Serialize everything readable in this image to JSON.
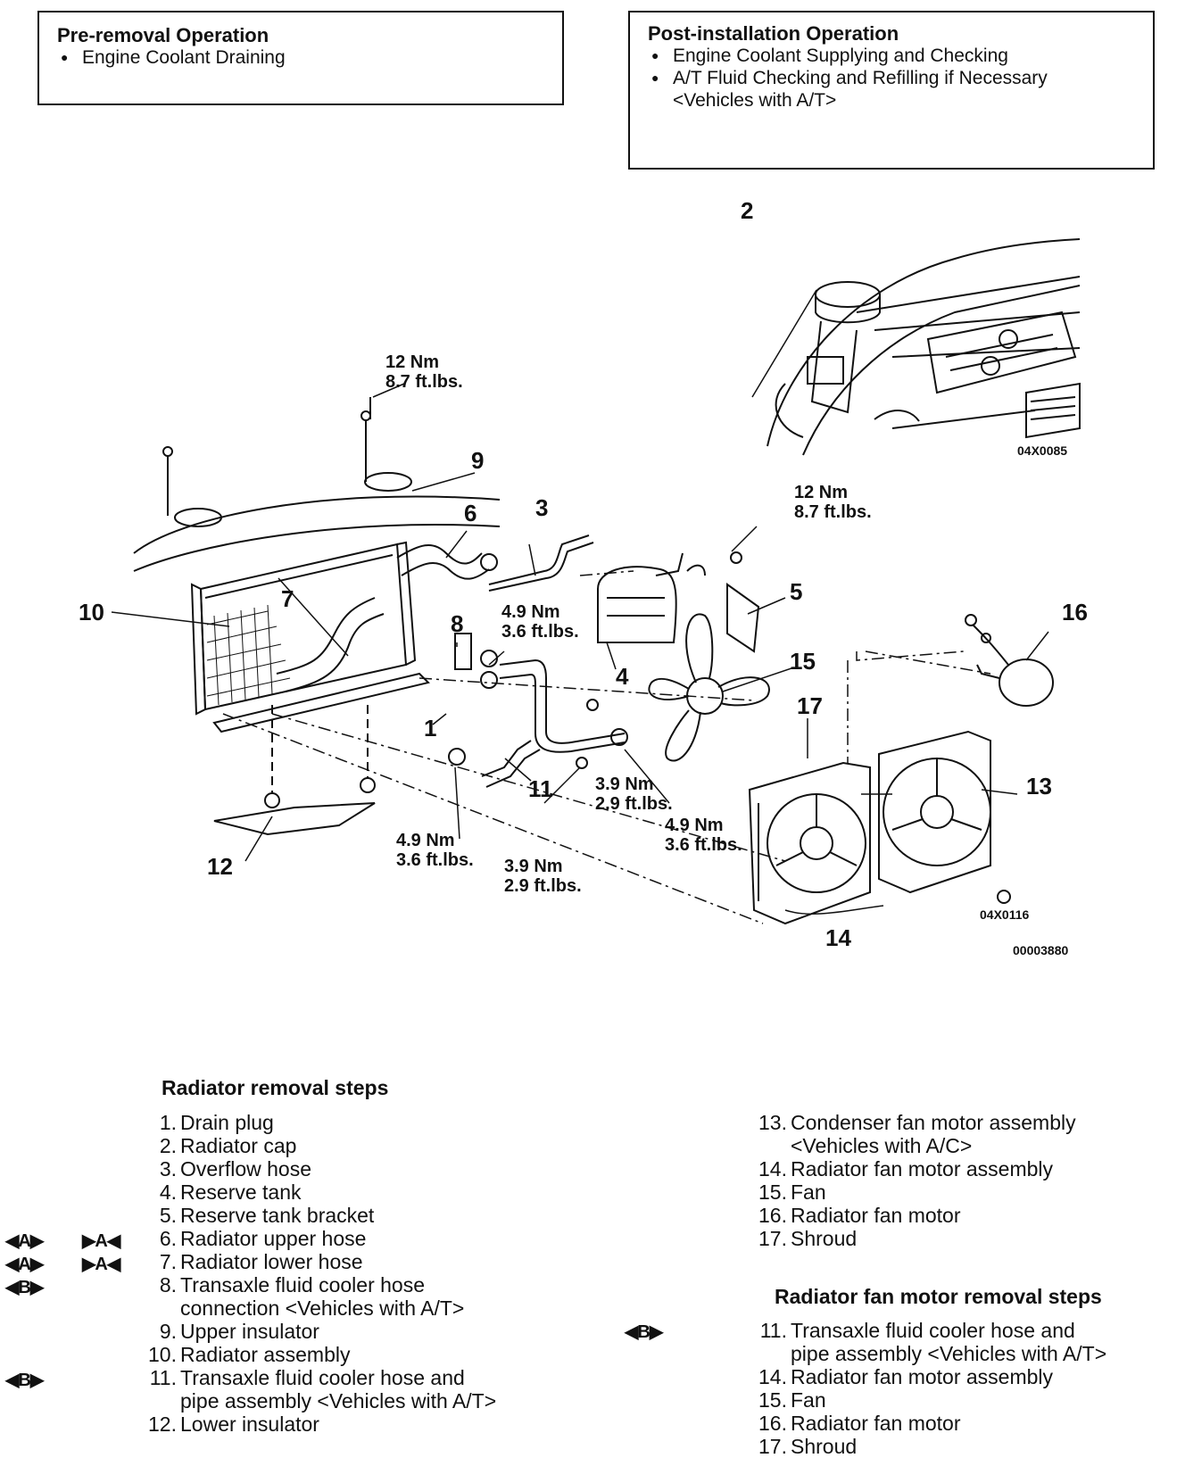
{
  "pre_removal": {
    "title": "Pre-removal Operation",
    "items": [
      "Engine Coolant Draining"
    ]
  },
  "post_installation": {
    "title": "Post-installation Operation",
    "items": [
      {
        "line1": "Engine Coolant Supplying and Checking",
        "line2": ""
      },
      {
        "line1": "A/T Fluid Checking and Refilling if Necessary",
        "line2": "<Vehicles with A/T>"
      }
    ]
  },
  "diagram": {
    "callouts": {
      "c1": "1",
      "c2": "2",
      "c3": "3",
      "c4": "4",
      "c5": "5",
      "c6": "6",
      "c7": "7",
      "c8": "8",
      "c9": "9",
      "c10": "10",
      "c11": "11",
      "c12": "12",
      "c13": "13",
      "c14": "14",
      "c15": "15",
      "c16": "16",
      "c17": "17"
    },
    "torques": {
      "t_top_1": "12 Nm",
      "t_top_2": "8.7 ft.lbs.",
      "t_bracket_1": "12 Nm",
      "t_bracket_2": "8.7 ft.lbs.",
      "t_hose_1": "4.9 Nm",
      "t_hose_2": "3.6 ft.lbs.",
      "t_left_1": "4.9 Nm",
      "t_left_2": "3.6 ft.lbs.",
      "t_midlow_1": "3.9 Nm",
      "t_midlow_2": "2.9 ft.lbs.",
      "t_mid_1": "3.9 Nm",
      "t_mid_2": "2.9 ft.lbs.",
      "t_right_1": "4.9 Nm",
      "t_right_2": "3.6 ft.lbs."
    },
    "codes": {
      "inset": "04X0085",
      "main": "04X0116",
      "doc": "00003880"
    }
  },
  "removal_steps": {
    "title": "Radiator removal steps",
    "items": [
      {
        "num": "1.",
        "line1": "Drain plug",
        "line2": ""
      },
      {
        "num": "2.",
        "line1": "Radiator cap",
        "line2": ""
      },
      {
        "num": "3.",
        "line1": "Overflow hose",
        "line2": ""
      },
      {
        "num": "4.",
        "line1": "Reserve tank",
        "line2": ""
      },
      {
        "num": "5.",
        "line1": "Reserve tank bracket",
        "line2": ""
      },
      {
        "num": "6.",
        "line1": "Radiator upper hose",
        "line2": ""
      },
      {
        "num": "7.",
        "line1": "Radiator lower hose",
        "line2": ""
      },
      {
        "num": "8.",
        "line1": "Transaxle fluid cooler hose",
        "line2": "connection <Vehicles with A/T>"
      },
      {
        "num": "9.",
        "line1": "Upper insulator",
        "line2": ""
      },
      {
        "num": "10.",
        "line1": "Radiator assembly",
        "line2": ""
      },
      {
        "num": "11.",
        "line1": "Transaxle fluid cooler hose and",
        "line2": "pipe assembly <Vehicles with A/T>"
      },
      {
        "num": "12.",
        "line1": "Lower insulator",
        "line2": ""
      }
    ],
    "markers": {
      "m6_left": "◀A▶",
      "m6_right": "▶A◀",
      "m7_left": "◀A▶",
      "m7_right": "▶A◀",
      "m8_left": "◀B▶",
      "m11_left": "◀B▶"
    }
  },
  "removal_steps_cont": {
    "items": [
      {
        "num": "13.",
        "line1": "Condenser fan motor assembly",
        "line2": "<Vehicles with A/C>"
      },
      {
        "num": "14.",
        "line1": "Radiator fan motor assembly",
        "line2": ""
      },
      {
        "num": "15.",
        "line1": "Fan",
        "line2": ""
      },
      {
        "num": "16.",
        "line1": "Radiator fan motor",
        "line2": ""
      },
      {
        "num": "17.",
        "line1": "Shroud",
        "line2": ""
      }
    ]
  },
  "fan_motor_steps": {
    "title": "Radiator fan motor removal steps",
    "marker": "◀B▶",
    "items": [
      {
        "num": "11.",
        "line1": "Transaxle fluid cooler hose and",
        "line2": "pipe assembly <Vehicles with A/T>"
      },
      {
        "num": "14.",
        "line1": "Radiator fan motor assembly",
        "line2": ""
      },
      {
        "num": "15.",
        "line1": "Fan",
        "line2": ""
      },
      {
        "num": "16.",
        "line1": "Radiator fan motor",
        "line2": ""
      },
      {
        "num": "17.",
        "line1": "Shroud",
        "line2": ""
      }
    ]
  }
}
